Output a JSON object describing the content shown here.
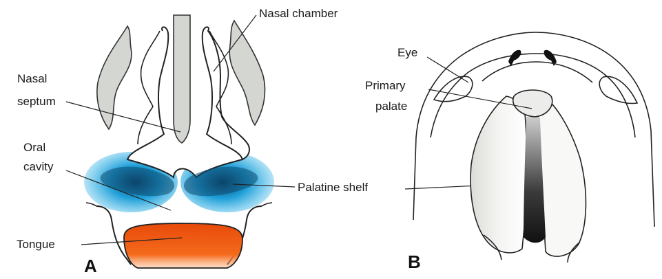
{
  "panel_a": {
    "letter": "A",
    "labels": {
      "nasal_chamber": "Nasal chamber",
      "nasal_septum_line1": "Nasal",
      "nasal_septum_line2": "septum",
      "oral_cavity_line1": "Oral",
      "oral_cavity_line2": "cavity",
      "tongue": "Tongue"
    }
  },
  "panel_b": {
    "letter": "B",
    "labels": {
      "eye": "Eye",
      "primary_palate_line1": "Primary",
      "primary_palate_line2": "palate"
    }
  },
  "shared": {
    "palatine_shelf": "Palatine shelf"
  },
  "colors": {
    "palatine_shelf_blue": "#1fa3dc",
    "palatine_shelf_dark": "#0d4a70",
    "tongue_orange": "#f05a12",
    "septum_gray": "#d4d6d2",
    "outline": "#222222"
  }
}
